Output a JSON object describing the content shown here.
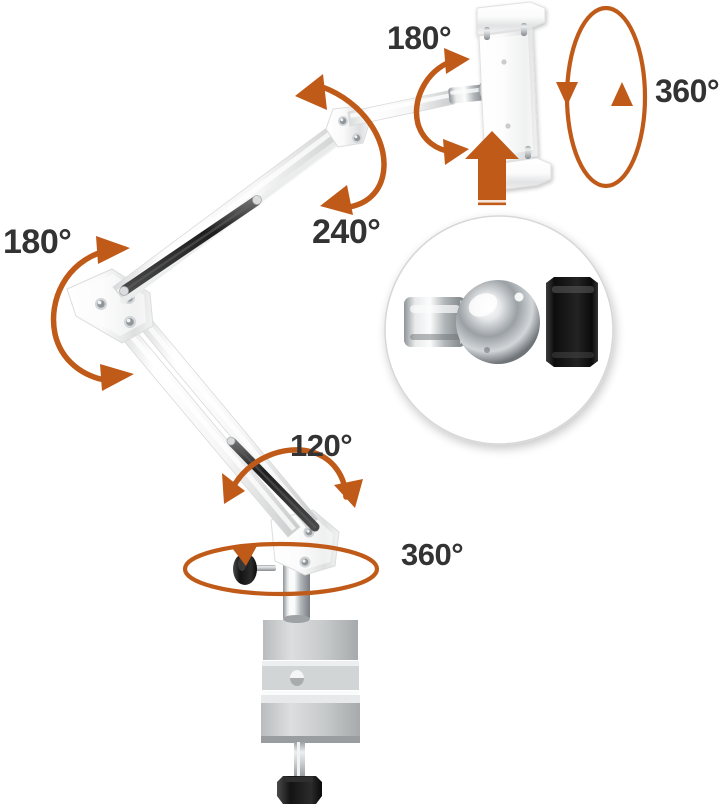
{
  "diagram": {
    "title": "Adjustable Tablet Holder Arm Rotation Range Diagram",
    "subject": "articulating desk clamp tablet stand",
    "background_color": "#ffffff",
    "accent_color": "#c05a18",
    "label_color": "#333333",
    "metal_color": "#f2f2f2",
    "chrome_color": "#b8bcc0",
    "black_part_color": "#1a1a1a"
  },
  "labels": [
    {
      "id": "rotation-180-elbow",
      "text": "180°",
      "description": "lower elbow joint tilt range",
      "position": "left"
    },
    {
      "id": "rotation-240-upper",
      "text": "240°",
      "description": "upper arm joint swing range",
      "position": "center-upper"
    },
    {
      "id": "rotation-180-head",
      "text": "180°",
      "description": "tablet head tilt range",
      "position": "top-center"
    },
    {
      "id": "rotation-360-head",
      "text": "360°",
      "description": "tablet head full rotation",
      "position": "top-right"
    },
    {
      "id": "rotation-120-lower",
      "text": "120°",
      "description": "lower arm swing range at base bracket",
      "position": "center-lower"
    },
    {
      "id": "rotation-360-base",
      "text": "360°",
      "description": "base post full horizontal rotation",
      "position": "bottom-right"
    }
  ],
  "parts": [
    {
      "id": "tablet-bracket",
      "name": "tablet holder plate with top and bottom grips"
    },
    {
      "id": "ball-joint-head",
      "name": "chrome ball joint connecting arm to tablet plate"
    },
    {
      "id": "upper-arm",
      "name": "white upper arm with tension spring"
    },
    {
      "id": "elbow-joint",
      "name": "white elbow joint plate with hex screws"
    },
    {
      "id": "lower-arm",
      "name": "white lower arm with tension spring"
    },
    {
      "id": "base-bracket",
      "name": "white base bracket with black tightening knob"
    },
    {
      "id": "base-post",
      "name": "chrome vertical post"
    },
    {
      "id": "desk-clamp",
      "name": "silver desk clamp body"
    },
    {
      "id": "clamp-screw",
      "name": "black clamp tightening screw handle"
    }
  ],
  "inset": {
    "id": "ball-joint-detail",
    "description": "circular magnified inset showing chrome ball joint and black locking collar",
    "callout_arrow": "large orange up arrow pointing from inset to tablet head",
    "components": [
      {
        "id": "inset-shaft",
        "name": "chrome cylindrical shaft"
      },
      {
        "id": "inset-ball",
        "name": "polished chrome ball"
      },
      {
        "id": "inset-collar",
        "name": "black locking collar"
      },
      {
        "id": "inset-arrow",
        "name": "orange double-headed tilt arrow"
      }
    ]
  }
}
